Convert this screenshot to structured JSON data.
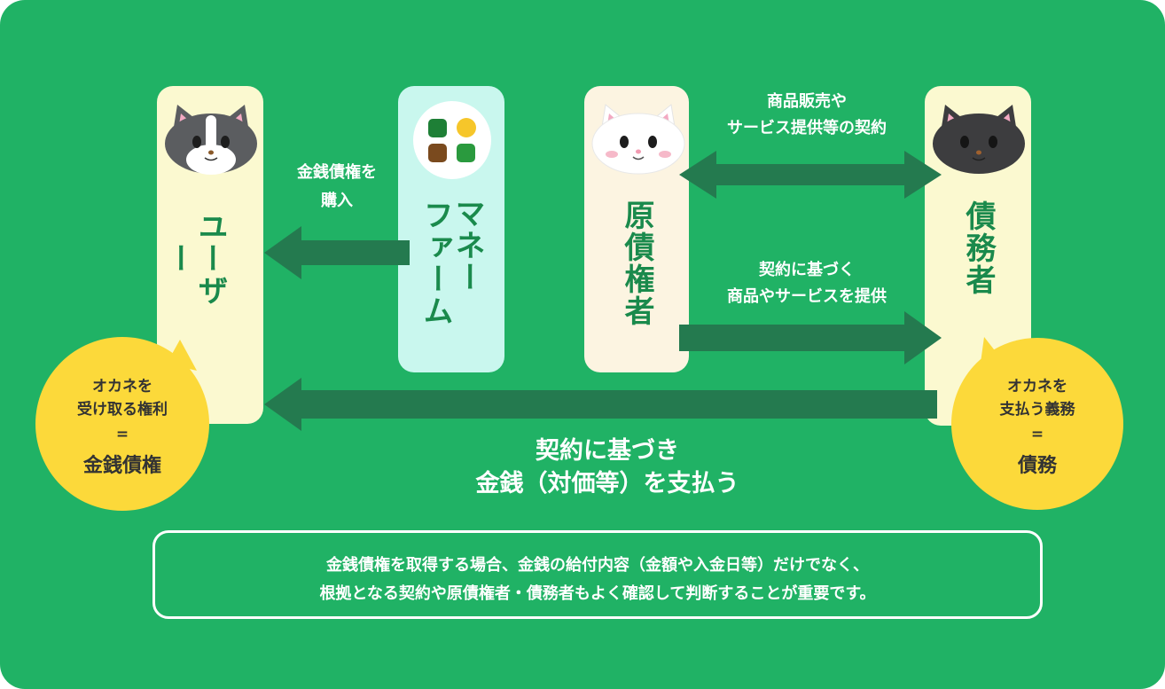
{
  "columns": {
    "user": {
      "name": "ユーザー"
    },
    "moneyfarm": {
      "line1": "マネー",
      "line2": "ファーム"
    },
    "original_creditor": {
      "name": "原債権者"
    },
    "debtor": {
      "name": "債務者"
    }
  },
  "arrows": {
    "purchase_label_1": "金銭債権を",
    "purchase_label_2": "購入",
    "contract_label_1": "商品販売や",
    "contract_label_2": "サービス提供等の契約",
    "provide_label_1": "契約に基づく",
    "provide_label_2": "商品やサービスを提供",
    "payment_label_1": "契約に基づき",
    "payment_label_2": "金銭（対価等）を支払う"
  },
  "bubbles": {
    "user": {
      "line1": "オカネを",
      "line2": "受け取る権利",
      "eq": "=",
      "term": "金銭債権"
    },
    "debtor": {
      "line1": "オカネを",
      "line2": "支払う義務",
      "eq": "=",
      "term": "債務"
    }
  },
  "note": {
    "line1": "金銭債権を取得する場合、金銭の給付内容（金額や入金日等）だけでなく、",
    "line2": "根拠となる契約や原債権者・債務者もよく確認して判断することが重要です。"
  },
  "colors": {
    "background": "#20b265",
    "arrow": "#247a4f",
    "bubble": "#fcd93a",
    "column_text": "#1a8a4c"
  },
  "icons": [
    "cat-gray-white-icon",
    "moneyfarm-logo-icon",
    "cat-white-icon",
    "cat-black-icon"
  ]
}
